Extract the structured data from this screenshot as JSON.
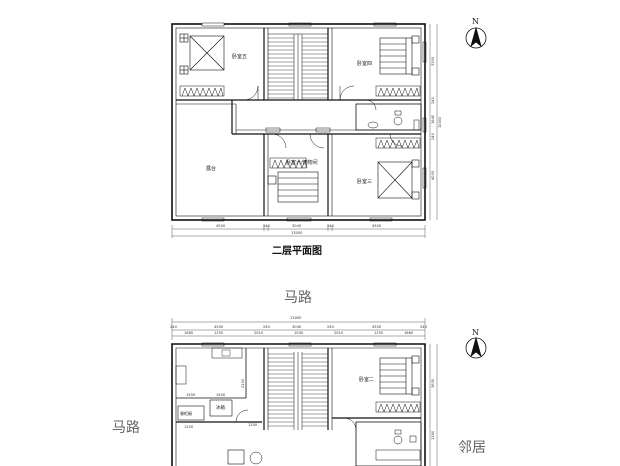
{
  "upper_plan": {
    "title": "二层平面图",
    "rooms": {
      "bedroom5": "卧室五",
      "bedroom4": "卧室四",
      "terrace": "露台",
      "bedroom6": "卧室六/储物间",
      "bedroom3": "卧室三"
    },
    "dims_bottom": [
      "4500",
      "240",
      "3040",
      "240",
      "4500"
    ],
    "dim_total": "13000",
    "dims_right": [
      "3300",
      "240",
      "1640",
      "240",
      "4000"
    ],
    "dim_right_total": "10000"
  },
  "labels": {
    "road_top": "马路",
    "road_left": "马路",
    "neighbor": "邻居"
  },
  "compass": {
    "letter": "N",
    "letter2": "N"
  },
  "lower_plan": {
    "dim_total": "13000",
    "dims_top_row1": [
      "240",
      "4500",
      "240",
      "3040",
      "240",
      "4500",
      "240"
    ],
    "dims_top_row2": [
      "1680",
      "1250",
      "2010",
      "1030",
      "2010",
      "1250",
      "1680"
    ],
    "rooms": {
      "bedroom2": "卧室二",
      "fridge": "冰箱",
      "dining_cabinet": "餐柜橱"
    },
    "dims_inner": [
      "2100",
      "1500",
      "1500",
      "1200",
      "1200"
    ],
    "dims_right": [
      "3630",
      "1160"
    ]
  }
}
